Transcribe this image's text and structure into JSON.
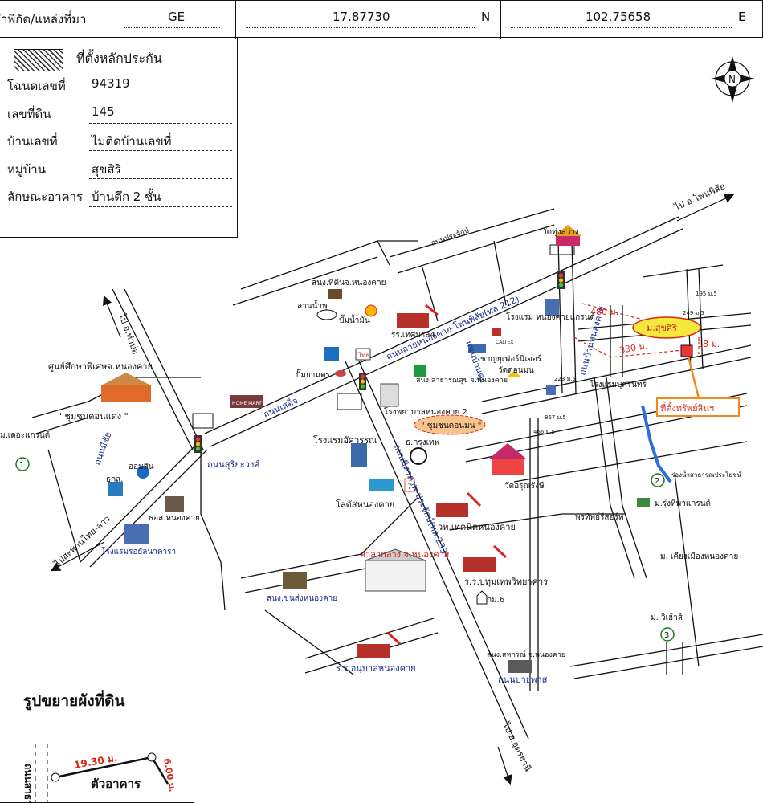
{
  "header": {
    "coord_label": "ำพิกัด/แหล่งที่มา",
    "source": "GE",
    "lat": "17.87730",
    "lat_dir": "N",
    "lon": "102.75658",
    "lon_dir": "E"
  },
  "info": {
    "legend_label": "ที่ตั้งหลักประกัน",
    "rows": [
      {
        "label": "โฉนดเลขที่",
        "value": "94319"
      },
      {
        "label": "เลขที่ดิน",
        "value": "145"
      },
      {
        "label": "บ้านเลขที่",
        "value": "ไม่ติดบ้านเลขที่"
      },
      {
        "label": "หมู่บ้าน",
        "value": "สุขสิริ"
      },
      {
        "label": "ลักษณะอาคาร",
        "value": "บ้านตึก 2 ชั้น"
      }
    ]
  },
  "compass": {
    "letter": "N"
  },
  "roads": {
    "to_phon_phisai": "ไป อ.โพนพิสัย",
    "prachak": "ถนนประจักษ์",
    "nong_khai_phon_phisai": "ถนนสายหนองคาย-โพนพิสัย(ทล 212)",
    "to_tha_bo": "ไป อ.ท่าบ่อ",
    "meechai": "ถนนมีชัย",
    "sadet": "ถนนเสด็จ",
    "suriyawong": "ถนนสุริยะวงศ์",
    "mittraphap": "ถนนมิตรภาพ-ประจักษ์(ทล.233)",
    "to_bridge": "ไปสะพานไทย-ลาว",
    "bunyang": "ถนนบ้านดุง",
    "to_udon": "ไป อ.อุดรธานี",
    "bypass": "ถนนบายพาส",
    "soi_ban_nong_khai": "ถนนบ้านหนองคาย",
    "dist_480": "480 ม.",
    "dist_330": "330 ม.",
    "dist_18": "18 ม."
  },
  "places": {
    "wat_thung_sawang": "วัดทุ่งสว่าง",
    "land_office": "สนง.ที่ดินจ.หนองคาย",
    "lan_nam_phu": "ลานน้ำพุ",
    "petrol": "ปั๊มน้ำมัน",
    "municipal_school4": "รร.เทศบาล4",
    "hotel_nk_grand": "โรงแรม\nหนองคายแกรนด์",
    "chanyun_furniture": "ชาญยุเฟอร์นิเจอร์",
    "caltex": "CALTEX",
    "wat_don_mon": "วัดดอนมน",
    "special_edu": "ศูนย์ศึกษาพิเศษจ.หนองคาย",
    "chumchon_don_daeng": "\" ชุมชนดอนแดง \"",
    "gas_station_ptt": "ปั๊มยามตร.",
    "thai_bank": "ไทย",
    "home_mart": "HOME MART",
    "public_health": "สนง.สาธารณสุข\nจ.หนองคาย",
    "hospital2": "โรงพยาบาลหนองคาย 2",
    "chumchon_don_mon": "\" ชุมชนดอนมน \"",
    "krungthep": "ธ.กรุงเทพ",
    "hotel_aswan": "โรงแรมอัศวรรณ",
    "lotus": "โลตัสหนองคาย",
    "seven": "7",
    "wat_arun": "วัดอรุณรังษี",
    "technical_college": "วท.เทคนิคหนองคาย",
    "city_hall": "ศาลากลาง จ.หนองคาย",
    "transport_office": "สนง.ขนส่งหนองคาย",
    "pathum_school": "ร.ร.ปทุมเทพวิทยาคาร",
    "km6": "กม.6",
    "kindergarten": "ร.ร.อนุบาลหนองคาย",
    "coop": "สนง.สหกรณ์ จ.หนองคาย",
    "om_sin": "ออมสิน",
    "baac": "ธกส.",
    "baac_nk": "ธอส.หนองคาย",
    "hotel_royal": "โรงแรมรอยัลนาคารา",
    "m_the_grand": "ม.เดอะแกรนด์",
    "hotel_bun_sin": "โรงแรมบุศรินทร์",
    "m_suksiri": "ม.สุขศิริ",
    "subject": "ที่ตั้งทรัพย์สินฯ",
    "canal": "ร่องน้ำสาธารณประโยชน์",
    "m_rung_thip": "ม.รุ่งทิพาแกรนด์",
    "phrathip_resort": "พรทิพย์รีสอร์ท",
    "m_khiang_mueang": "ม. เคียงเมืองหนองคาย",
    "m_vi_house": "ม. วิเฮ้าส์",
    "no_195": "195 ม.5",
    "no_249": "249 ม.5",
    "no_223": "223 ม.5",
    "no_867": "867 ม.5",
    "no_466": "466 ม.5",
    "circle1": "1",
    "circle2": "2",
    "circle3": "3"
  },
  "detail": {
    "title": "รูปขยายผังที่ดิน",
    "road": "ถนนสาธารณะ",
    "side_a": "19.30 ม.",
    "side_b": "6.00 ม.",
    "building": "ตัวอาคาร"
  },
  "colors": {
    "road_label": "#1a2b8c",
    "distance": "#d6281a",
    "highlight": "#f2e93a",
    "canal": "#2c6de0"
  }
}
